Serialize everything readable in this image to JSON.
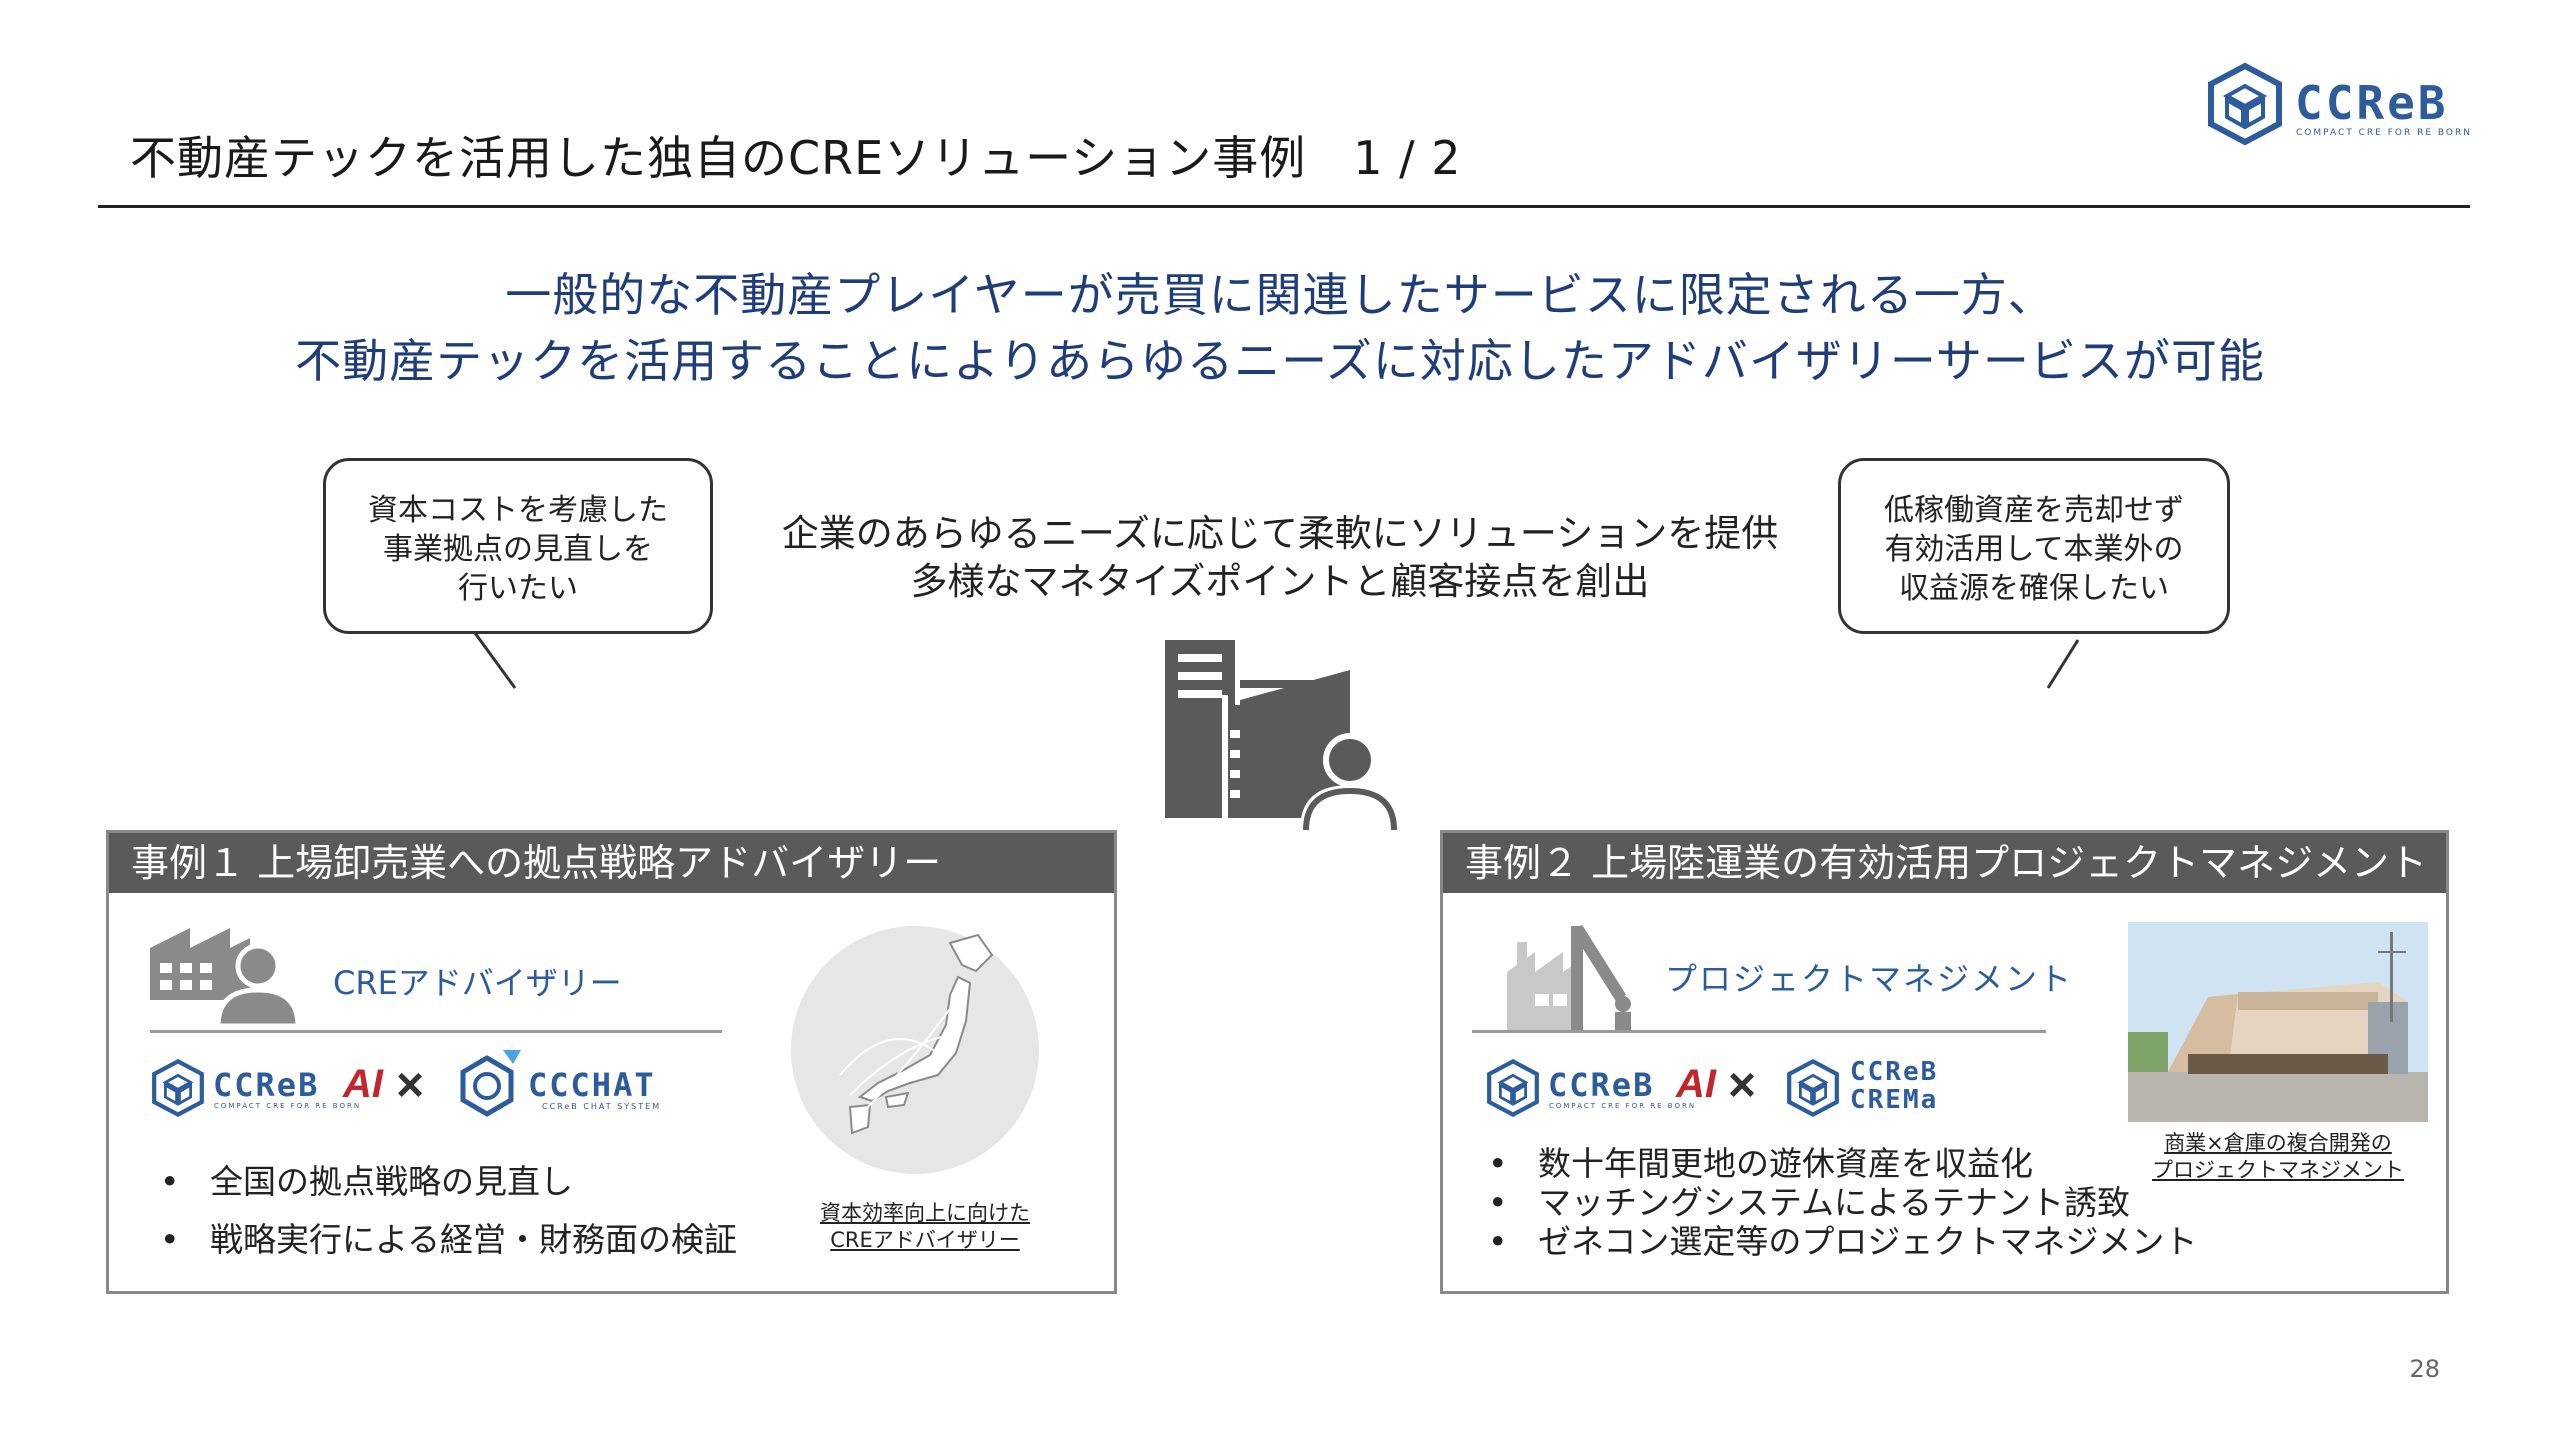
{
  "header": {
    "title": "不動産テックを活用した独自のCREソリューション事例　1 / 2",
    "logo": {
      "main": "CCReB",
      "sub": "COMPACT CRE FOR RE BORN"
    }
  },
  "headline": {
    "line1": "一般的な不動産プレイヤーが売買に関連したサービスに限定される一方、",
    "line2": "不動産テックを活用することによりあらゆるニーズに対応したアドバイザリーサービスが可能"
  },
  "bubbles": {
    "left": [
      "資本コストを考慮した",
      "事業拠点の見直しを",
      "行いたい"
    ],
    "right": [
      "低稼働資産を売却せず",
      "有効活用して本業外の",
      "収益源を確保したい"
    ]
  },
  "center": {
    "line1": "企業のあらゆるニーズに応じて柔軟にソリューションを提供",
    "line2": "多様なマネタイズポイントと顧客接点を創出"
  },
  "case1": {
    "title": "事例１ 上場卸売業への拠点戦略アドバイザリー",
    "service": "CREアドバイザリー",
    "logo_left": "CCReB",
    "logo_left_sub": "COMPACT CRE FOR RE BORN",
    "logo_left_ai": "AI",
    "times": "×",
    "logo_right": "CCCHAT",
    "logo_right_sub": "CCReB CHAT SYSTEM",
    "bullets": [
      "全国の拠点戦略の見直し",
      "戦略実行による経営・財務面の検証"
    ],
    "caption": [
      "資本効率向上に向けた",
      "CREアドバイザリー"
    ]
  },
  "case2": {
    "title": "事例２ 上場陸運業の有効活用プロジェクトマネジメント",
    "service": "プロジェクトマネジメント",
    "logo_left": "CCReB",
    "logo_left_sub": "COMPACT CRE FOR RE BORN",
    "logo_left_ai": "AI",
    "times": "×",
    "logo_right_top": "CCReB",
    "logo_right_bottom": "CREMa",
    "bullets": [
      "数十年間更地の遊休資産を収益化",
      "マッチングシステムによるテナント誘致",
      "ゼネコン選定等のプロジェクトマネジメント"
    ],
    "caption": [
      "商業×倉庫の複合開発の",
      "プロジェクトマネジメント"
    ]
  },
  "footer": {
    "page_number": "28"
  },
  "colors": {
    "brand_blue": "#2c5c9c",
    "headline_navy": "#1f3d78",
    "case_header_gray": "#5a5a5a",
    "ai_red": "#c0272d"
  }
}
